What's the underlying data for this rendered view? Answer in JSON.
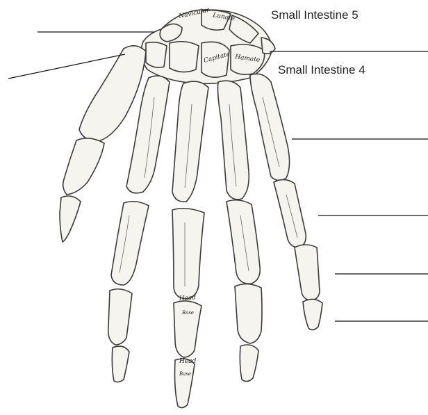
{
  "diagram": {
    "callouts": [
      {
        "id": "si5",
        "text": "Small Intestine 5"
      },
      {
        "id": "si4",
        "text": "Small Intestine 4"
      }
    ],
    "bone_labels": {
      "navicular": "Navicular",
      "lunate": "Lunate",
      "capitate": "Capitate",
      "hamate": "Hamate",
      "head": "Head",
      "base": "Base"
    },
    "colors": {
      "line": "#111111",
      "text": "#222222",
      "bone_fill": "#f6f4ee",
      "bone_stroke": "#3a3a3a"
    }
  }
}
